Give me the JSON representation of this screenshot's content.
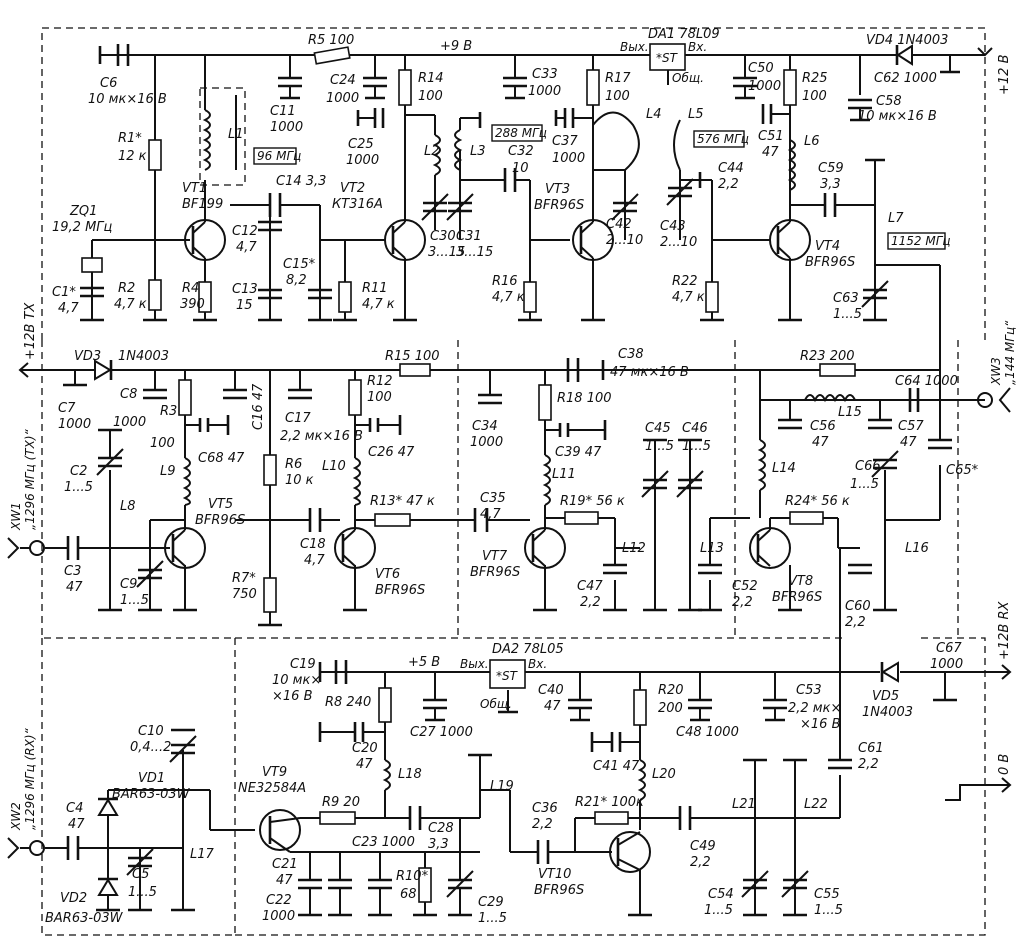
{
  "modules": {
    "dc_supply_tx": "+9 В",
    "ic_da1": "DA1 78L09",
    "vyh1": "Вых.",
    "vh1": "Вх.",
    "obsh1": "Общ.",
    "ic_st1": "*ST",
    "out_12v": "+12 В",
    "dc_supply_rx": "+5 В",
    "ic_da2": "DA2 78L05",
    "vyh2": "Вых.",
    "vh2": "Вх.",
    "obsh2": "Общ.",
    "ic_st2": "*ST",
    "in_12v_tx": "+12В TX",
    "out_12v_rx": "+12В RX",
    "gnd": "0 В"
  },
  "freq_marks": [
    "96 МГц",
    "288 МГц",
    "576 МГц",
    "1152 МГц"
  ],
  "connectors": {
    "xw1_id": "XW1",
    "xw1_note": "„1296 МГц (TX)“",
    "xw2_id": "XW2",
    "xw2_note": "„1296 МГц (RX)“",
    "xw3_id": "XW3",
    "xw3_note": "„144 МГц“"
  },
  "components": {
    "C6": [
      "C6",
      "10 мк×16 В"
    ],
    "R5": [
      "R5 100"
    ],
    "C11": [
      "C11",
      "1000"
    ],
    "C24": [
      "C24",
      "1000"
    ],
    "R14": [
      "R14",
      "100"
    ],
    "C33": [
      "C33",
      "1000"
    ],
    "R17": [
      "R17",
      "100"
    ],
    "C50": [
      "C50",
      "1000"
    ],
    "R25": [
      "R25",
      "100"
    ],
    "VD4": [
      "VD4 1N4003"
    ],
    "C62": [
      "C62 1000"
    ],
    "C58": [
      "C58",
      "10 мк×16 В"
    ],
    "R1": [
      "R1*",
      "12 к"
    ],
    "L1": [
      "L1"
    ],
    "VT1": [
      "VT1",
      "BF199"
    ],
    "ZQ1": [
      "ZQ1",
      "19,2 МГц"
    ],
    "C1": [
      "C1*",
      "4,7"
    ],
    "R2": [
      "R2",
      "4,7 к"
    ],
    "R4": [
      "R4",
      "390"
    ],
    "C12": [
      "C12",
      "4,7"
    ],
    "C13": [
      "C13",
      "15"
    ],
    "C14": [
      "C14 3,3"
    ],
    "C15": [
      "C15*",
      "8,2"
    ],
    "R11": [
      "R11",
      "4,7 к"
    ],
    "VT2": [
      "VT2",
      "КТ316А"
    ],
    "C25": [
      "C25",
      "1000"
    ],
    "L2": [
      "L2"
    ],
    "C30": [
      "C30",
      "3...15"
    ],
    "L3": [
      "L3"
    ],
    "C31": [
      "C31",
      "3...15"
    ],
    "C32": [
      "C32",
      "10"
    ],
    "C37": [
      "C37",
      "1000"
    ],
    "L4": [
      "L4"
    ],
    "L5": [
      "L5"
    ],
    "VT3": [
      "VT3",
      "BFR96S"
    ],
    "C42": [
      "C42",
      "2...10"
    ],
    "R16": [
      "R16",
      "4,7 к"
    ],
    "C43": [
      "C43",
      "2...10"
    ],
    "C44": [
      "C44",
      "2,2"
    ],
    "R22": [
      "R22",
      "4,7 к"
    ],
    "C51": [
      "C51",
      "47"
    ],
    "L6": [
      "L6"
    ],
    "C59": [
      "C59",
      "3,3"
    ],
    "VT4": [
      "VT4",
      "BFR96S"
    ],
    "L7": [
      "L7"
    ],
    "C63": [
      "C63",
      "1...5"
    ],
    "VD3": [
      "VD3",
      "1N4003"
    ],
    "C7": [
      "C7",
      "1000"
    ],
    "C8": [
      "C8",
      "1000"
    ],
    "R3": [
      "R3",
      "100"
    ],
    "C68": [
      "C68 47"
    ],
    "C16": [
      "C16 47"
    ],
    "C17": [
      "C17",
      "2,2 мк×16 В"
    ],
    "R15": [
      "R15 100"
    ],
    "R12": [
      "R12",
      "100"
    ],
    "C26": [
      "C26 47"
    ],
    "L9": [
      "L9"
    ],
    "L8": [
      "L8"
    ],
    "C2": [
      "C2",
      "1...5"
    ],
    "C3": [
      "C3",
      "47"
    ],
    "C9": [
      "C9",
      "1...5"
    ],
    "VT5": [
      "VT5",
      "BFR96S"
    ],
    "R6": [
      "R6",
      "10 к"
    ],
    "R7": [
      "R7*",
      "750"
    ],
    "L10": [
      "L10"
    ],
    "C18": [
      "C18",
      "4,7"
    ],
    "R13": [
      "R13* 47 к"
    ],
    "VT6": [
      "VT6",
      "BFR96S"
    ],
    "C34": [
      "C34",
      "1000"
    ],
    "C38": [
      "C38",
      "47 мк×16 В"
    ],
    "R18": [
      "R18 100"
    ],
    "C39": [
      "C39 47"
    ],
    "L11": [
      "L11"
    ],
    "C35": [
      "C35",
      "4,7"
    ],
    "R19": [
      "R19* 56 к"
    ],
    "VT7": [
      "VT7",
      "BFR96S"
    ],
    "C47": [
      "C47",
      "2,2"
    ],
    "L12": [
      "L12"
    ],
    "C45": [
      "C45",
      "1...5"
    ],
    "C46": [
      "C46",
      "1...5"
    ],
    "L13": [
      "L13"
    ],
    "C52": [
      "C52",
      "2,2"
    ],
    "R23": [
      "R23 200"
    ],
    "C64": [
      "C64 1000"
    ],
    "C56": [
      "C56",
      "47"
    ],
    "L15": [
      "L15"
    ],
    "C57": [
      "C57",
      "47"
    ],
    "L14": [
      "L14"
    ],
    "C66": [
      "C66",
      "1...5"
    ],
    "C65": [
      "C65*"
    ],
    "R24": [
      "R24* 56 к"
    ],
    "VT8": [
      "VT8",
      "BFR96S"
    ],
    "L16": [
      "L16"
    ],
    "C60": [
      "C60",
      "2,2"
    ],
    "C19": [
      "C19",
      "10 мк×",
      "×16 В"
    ],
    "R8": [
      "R8 240"
    ],
    "C27": [
      "C27 1000"
    ],
    "C40": [
      "C40",
      "47"
    ],
    "R20": [
      "R20",
      "200"
    ],
    "C48": [
      "C48 1000"
    ],
    "C53": [
      "C53",
      "2,2 мк×",
      "×16 В"
    ],
    "C67": [
      "C67",
      "1000"
    ],
    "VD5": [
      "VD5",
      "1N4003"
    ],
    "C10": [
      "C10",
      "0,4...2"
    ],
    "VD1": [
      "VD1",
      "BAR63-03W"
    ],
    "C4": [
      "C4",
      "47"
    ],
    "C5": [
      "C5",
      "1...5"
    ],
    "VD2": [
      "VD2",
      "BAR63-03W"
    ],
    "L17": [
      "L17"
    ],
    "C20": [
      "C20",
      "47"
    ],
    "L18": [
      "L18"
    ],
    "VT9": [
      "VT9",
      "NE32584A"
    ],
    "R9": [
      "R9 20"
    ],
    "C21": [
      "C21",
      "47"
    ],
    "C22": [
      "C22",
      "1000"
    ],
    "C23": [
      "C23 1000"
    ],
    "C28": [
      "C28",
      "3,3"
    ],
    "R10": [
      "R10*",
      "68"
    ],
    "L19": [
      "L19"
    ],
    "C29": [
      "C29",
      "1...5"
    ],
    "C36": [
      "C36",
      "2,2"
    ],
    "C41": [
      "C41 47"
    ],
    "L20": [
      "L20"
    ],
    "R21": [
      "R21* 100к"
    ],
    "VT10": [
      "VT10",
      "BFR96S"
    ],
    "C49": [
      "C49",
      "2,2"
    ],
    "L21": [
      "L21"
    ],
    "C54": [
      "C54",
      "1...5"
    ],
    "L22": [
      "L22"
    ],
    "C55": [
      "C55",
      "1...5"
    ],
    "C61": [
      "C61",
      "2,2"
    ]
  }
}
